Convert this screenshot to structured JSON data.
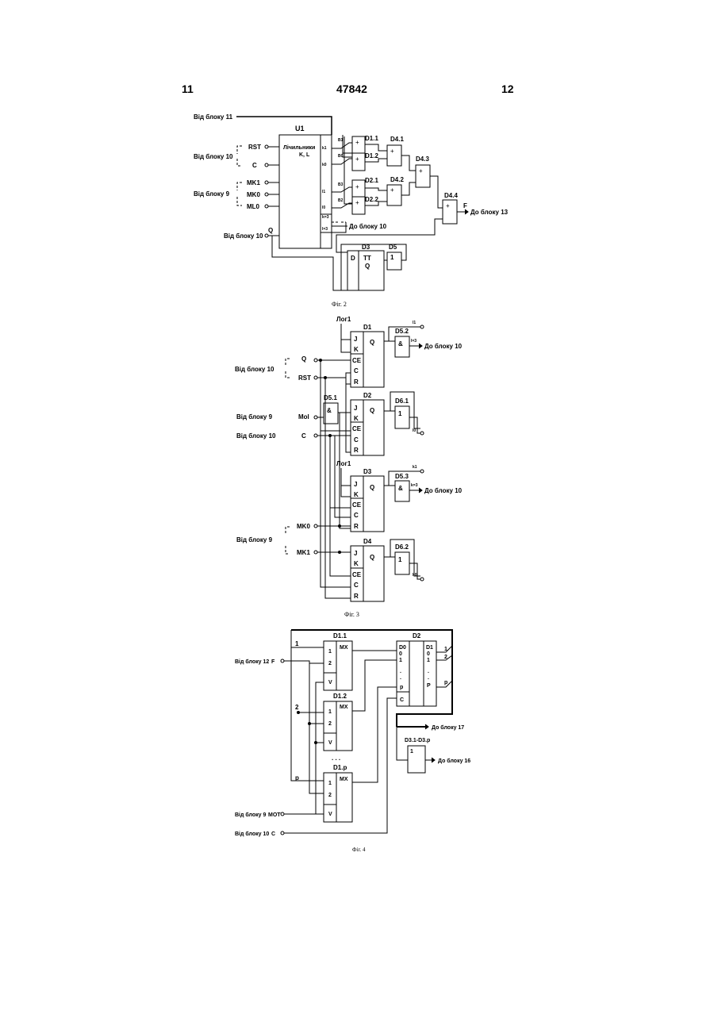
{
  "header": {
    "left": "11",
    "center": "47842",
    "right": "12"
  },
  "fig2": {
    "caption": "Фіг. 2",
    "labels": {
      "from_block_11": "Від блоку 11",
      "from_block_10_a": "Від блоку 10",
      "from_block_9": "Від блоку 9",
      "from_block_10_b": "Від блоку 10",
      "rst": "RST",
      "c": "C",
      "mk1": "MK1",
      "mk0": "MK0",
      "ml0": "ML0",
      "q": "Q",
      "u1": "U1",
      "u1_text1": "Лічильники",
      "u1_text2": "K, L",
      "u1_k1": "k1",
      "u1_k0": "k0",
      "u1_l1": "l1",
      "u1_l0": "l0",
      "u1_k3": "k=3",
      "u1_l3": "l=3",
      "b1": "B1",
      "b0": "B0",
      "b3": "B3",
      "b2": "B2",
      "d11": "D1.1",
      "d12": "D1.2",
      "d21": "D2.1",
      "d22": "D2.2",
      "d41": "D4.1",
      "d42": "D4.2",
      "d43": "D4.3",
      "d44": "D4.4",
      "xor": "+",
      "f": "F",
      "to_block_13": "До блоку 13",
      "to_block_10": "До блоку 10",
      "d3": "D3",
      "d3_d": "D",
      "d3_tt": "TT",
      "d3_q": "Q",
      "d5": "D5",
      "d5_in": "1"
    }
  },
  "fig3": {
    "caption": "Фіг. 3",
    "labels": {
      "log1_a": "Лог1",
      "log1_b": "Лог1",
      "d1": "D1",
      "d2": "D2",
      "d3": "D3",
      "d4": "D4",
      "j": "J",
      "k": "K",
      "ce": "CE",
      "c": "C",
      "r": "R",
      "q": "Q",
      "d52": "D5.2",
      "d53": "D5.3",
      "d51": "D5.1",
      "d61": "D6.1",
      "d62": "D6.2",
      "and": "&",
      "one": "1",
      "l1": "l1",
      "l0": "l0",
      "k1": "k1",
      "k0": "k0",
      "l3": "l=3",
      "k3": "k=3",
      "to_block_10_a": "До блоку 10",
      "to_block_10_b": "До блоку 10",
      "from_block_10_a": "Від блоку 10",
      "from_block_9_a": "Від блоку 9",
      "from_block_10_b": "Від блоку 10",
      "from_block_9_b": "Від блоку 9",
      "in_q": "Q",
      "in_rst": "RST",
      "in_mol": "Mol",
      "in_c": "C",
      "in_mk0": "MK0",
      "in_mk1": "MK1"
    }
  },
  "fig4": {
    "caption": "Фіг. 4",
    "labels": {
      "d11": "D1.1",
      "d12": "D1.2",
      "d1p": "D1.p",
      "d2": "D2",
      "mx": "MX",
      "one": "1",
      "two": "2",
      "v": "V",
      "p": "p",
      "d0": "D0",
      "d1": "D1",
      "zero": "0",
      "dot": ".",
      "c": "C",
      "P": "P",
      "ellipsis": ". . .",
      "from_block_12": "Від блоку 12",
      "f": "F",
      "from_block_9": "Від блоку 9",
      "mot": "MOT",
      "from_block_10": "Від блоку 10",
      "c_in": "C",
      "to_block_17": "До блоку 17",
      "to_block_16": "До блоку 16",
      "d3": "D3.1-D3.p"
    }
  }
}
